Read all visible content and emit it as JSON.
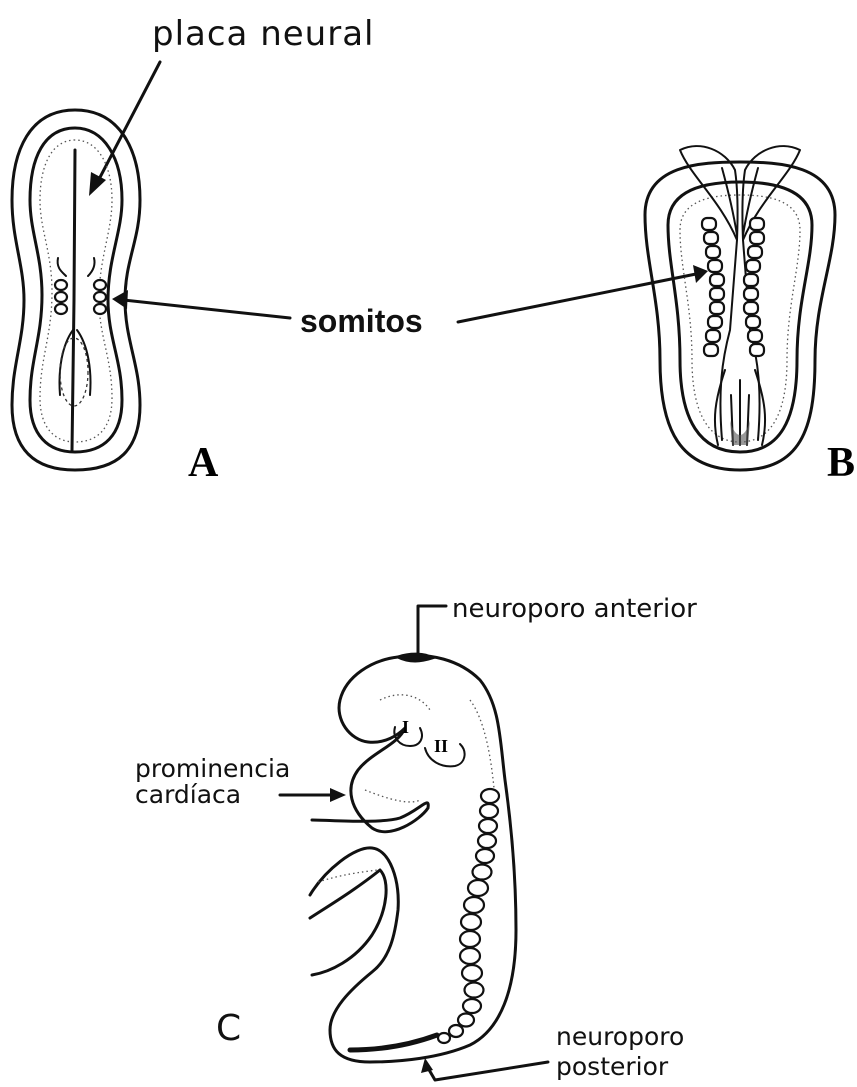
{
  "labels": {
    "placa_neural": "placa neural",
    "somitos": "somitos",
    "panel_a": "A",
    "panel_b": "B",
    "panel_c": "C",
    "neuroporo_anterior": "neuroporo anterior",
    "prominencia_line1": "prominencia",
    "prominencia_line2": "cardíaca",
    "neuroporo_posterior_line1": "neuroporo",
    "neuroporo_posterior_line2": "posterior",
    "arch_one": "I",
    "arch_two": "II"
  }
}
